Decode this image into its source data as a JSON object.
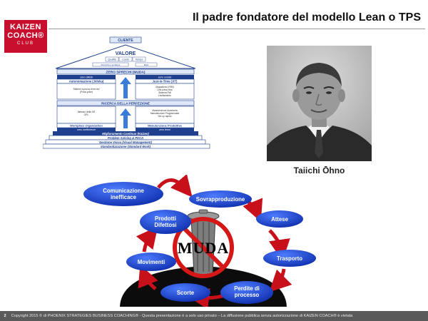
{
  "logo": {
    "line1": "KAIZEN",
    "line2": "COACH®",
    "line3": "CLUB"
  },
  "title": "Il padre fondatore del modello Lean o TPS",
  "photo_caption": "Taiichi Ōhno",
  "temple": {
    "cliente": "CLIENTE",
    "valore": "VALORE",
    "valore_items": [
      "Qualità",
      "Costo",
      "Tempo"
    ],
    "valore_sub": [
      "Sicurezza e ambiente",
      "Etica"
    ],
    "zero_sprechi": "ZERO SPRECHI (MUDA)",
    "zero_difetti": "zero difetti",
    "zero_scorte": "zero scorte",
    "left_pillar_title": "Autonomazione (Jidoka)",
    "left_pillar_body": [
      "Sistemi a prova di errore",
      "(Poka yoke)"
    ],
    "right_pillar_title": "Just-In-Time (JIT)",
    "right_pillar_body": [
      "Mappatura (VSM)",
      "One-piece-flow",
      "Sistema Pull",
      "Livellamento"
    ],
    "ricerca": "RICERCA DELLA PERFEZIONE",
    "left_lower_body": [
      "Metodo delle 5S",
      "OPL"
    ],
    "right_lower_body": [
      "Manutenzione Autonoma",
      "Manutenzione Programmata",
      "Set-up rapido"
    ],
    "workplace": "Workplace Organization",
    "manutenzione": "Manutenzione Produttiva",
    "zero_inefficienze": "zero inefficienze",
    "zero_fermi": "zero fermi",
    "steps": [
      "Miglioramento Continuo (Kaizen)",
      "Problem Solving & PDCA",
      "Gestione Visiva (Visual Management)",
      "Standardizzazione (Standard Work)"
    ]
  },
  "muda": {
    "center": "MUDA",
    "labels": [
      "Comunicazione inefficace",
      "Sovrapproduzione",
      "Attese",
      "Trasporto",
      "Perdite di processo",
      "Scorte",
      "Movimenti",
      "Prodotti Difettosi"
    ]
  },
  "footer": {
    "page": "2",
    "text": "Copyright 2015 © di PHOENIX STRATEGIES BUSINESS COACHING® - Questa presentazione è a solo uso privato – La diffusione pubblica senza autorizzazione di KAIZEN COACH® è vietata"
  },
  "colors": {
    "brand_red": "#c8102e",
    "temple_blue": "#1f3f8f",
    "muda_blue": "#1238b8",
    "arrow_red": "#c8101a"
  }
}
